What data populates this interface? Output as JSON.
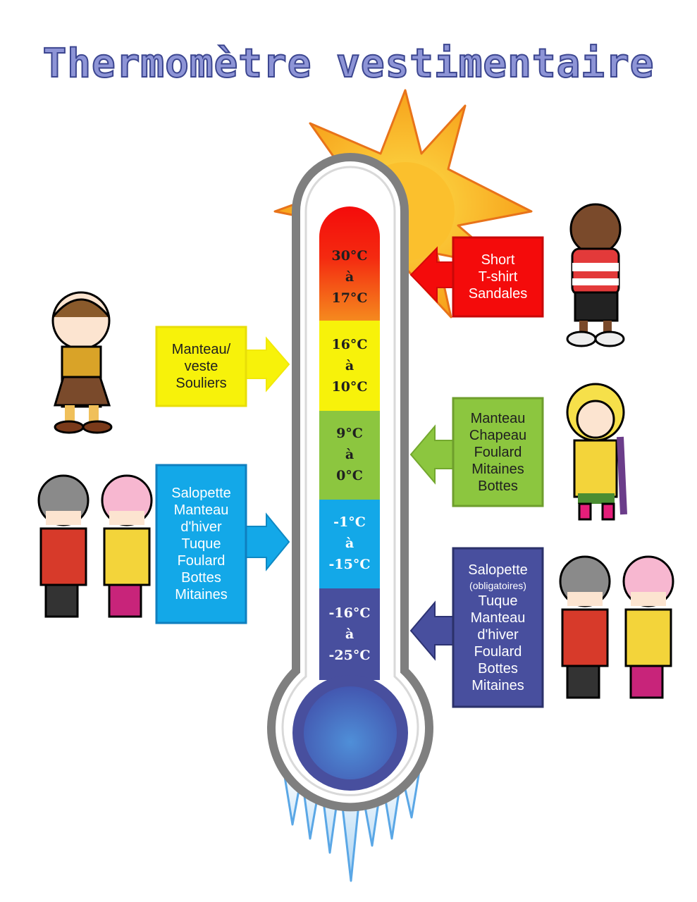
{
  "title": "Thermomètre vestimentaire",
  "colors": {
    "red": "#f40b0b",
    "orange": "#f5871e",
    "yellow": "#f7f20a",
    "green": "#8cc63f",
    "blue": "#13a8e8",
    "indigo": "#484f9e",
    "bulb": "#4c78c6",
    "tube": "#7f7f7f",
    "sun": "#f7a21b",
    "title": "#8d94d6"
  },
  "thermometer": {
    "bands": [
      {
        "top": "30°C",
        "mid": "à",
        "bottom": "17°C",
        "color": "red"
      },
      {
        "top": "16°C",
        "mid": "à",
        "bottom": "10°C",
        "color": "yellow"
      },
      {
        "top": "9°C",
        "mid": "à",
        "bottom": "0°C",
        "color": "green"
      },
      {
        "top": "-1°C",
        "mid": "à",
        "bottom": "-15°C",
        "color": "blue"
      },
      {
        "top": "-16°C",
        "mid": "à",
        "bottom": "-25°C",
        "color": "indigo"
      }
    ]
  },
  "clothing": {
    "hot": [
      "Short",
      "T-shirt",
      "Sandales"
    ],
    "mild": [
      "Manteau/",
      "veste",
      "Souliers"
    ],
    "cool": [
      "Manteau",
      "Chapeau",
      "Foulard",
      "Mitaines",
      "Bottes"
    ],
    "cold": [
      "Salopette",
      "Manteau",
      "d'hiver",
      "Tuque",
      "Foulard",
      "Bottes",
      "Mitaines"
    ],
    "freezing": [
      "Salopette",
      "(obligatoires)",
      "Tuque",
      "Manteau",
      "d'hiver",
      "Foulard",
      "Bottes",
      "Mitaines"
    ]
  },
  "icons": [
    "sun-icon",
    "icicles-icon",
    "arrow-icon",
    "child-illustration"
  ]
}
